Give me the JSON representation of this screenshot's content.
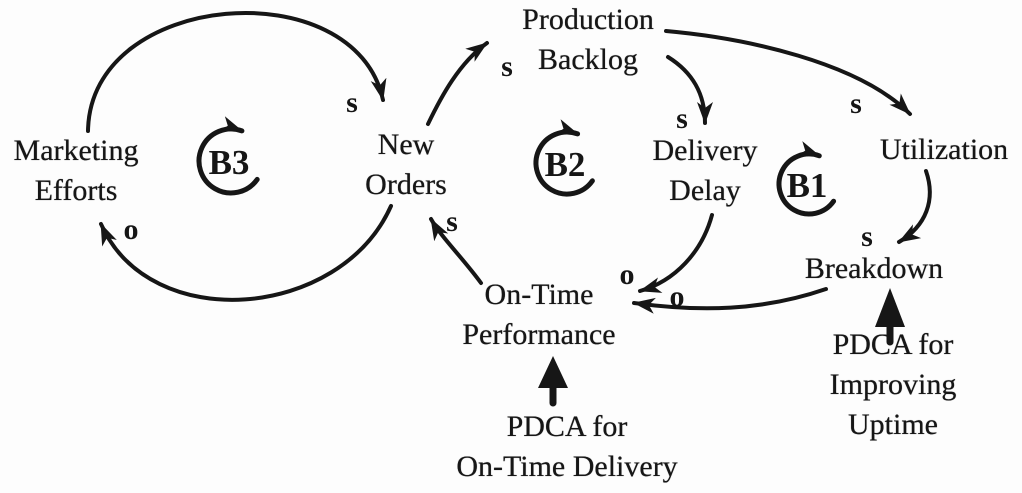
{
  "diagram_type": "causal-loop-diagram",
  "colors": {
    "ink": "#161616",
    "background": "#fdfdfd"
  },
  "nodes": {
    "marketing_efforts": "Marketing\nEfforts",
    "new_orders": "New\nOrders",
    "production_backlog": "Production\nBacklog",
    "delivery_delay": "Delivery\nDelay",
    "utilization": "Utilization",
    "breakdown": "Breakdown",
    "on_time_performance": "On-Time\nPerformance"
  },
  "loop_markers": {
    "b1": "B1",
    "b2": "B2",
    "b3": "B3"
  },
  "annotations": {
    "pdca_on_time_delivery": "PDCA for\nOn-Time Delivery",
    "pdca_improving_uptime": "PDCA for\nImproving Uptime"
  },
  "polarity_labels": {
    "marketing_to_new_orders": "s",
    "new_orders_to_production_backlog": "s",
    "production_backlog_to_delivery_delay": "s",
    "production_backlog_to_utilization": "s",
    "utilization_to_breakdown": "s",
    "on_time_performance_to_new_orders": "s",
    "delivery_delay_to_on_time_performance": "o",
    "breakdown_to_on_time_performance": "o",
    "new_orders_to_marketing_efforts": "o"
  }
}
